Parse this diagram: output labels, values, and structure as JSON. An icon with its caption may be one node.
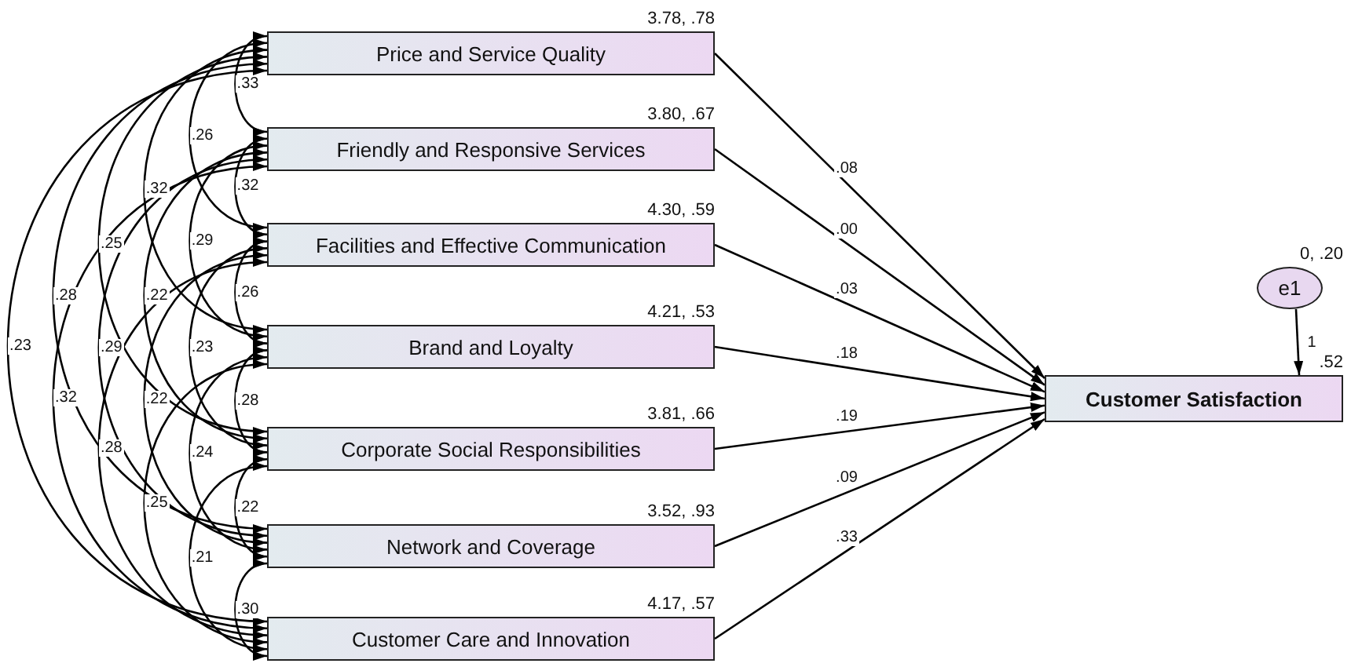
{
  "diagram": {
    "nodes": [
      {
        "text": [
          "Price and Service Quality"
        ],
        "beside": [
          "3.78, .78"
        ]
      },
      {
        "text": [
          "Friendly and Responsive Services"
        ],
        "beside": [
          "3.80, .67"
        ]
      },
      {
        "text": [
          "Facilities and Effective Communication"
        ],
        "beside": [
          "4.30, .59"
        ]
      },
      {
        "text": [
          "Brand and Loyalty"
        ],
        "beside": [
          "4.21, .53"
        ]
      },
      {
        "text": [
          "Corporate Social Responsibilities"
        ],
        "beside": [
          "3.81, .66"
        ]
      },
      {
        "text": [
          "Network and Coverage"
        ],
        "beside": [
          "3.52, .93"
        ]
      },
      {
        "text": [
          "Customer Care and Innovation"
        ],
        "beside": [
          "4.17, .57"
        ]
      },
      {
        "text": [
          "Customer Satisfaction"
        ],
        "beside": [
          ".52"
        ]
      },
      {
        "text": [
          "e1"
        ],
        "beside": [
          "0, .20"
        ]
      }
    ],
    "edges": [
      {
        "from": 0,
        "to": 7,
        "arrow": "to",
        "label": ".08"
      },
      {
        "from": 1,
        "to": 7,
        "arrow": "to",
        "label": ".00"
      },
      {
        "from": 2,
        "to": 7,
        "arrow": "to",
        "label": ".03"
      },
      {
        "from": 3,
        "to": 7,
        "arrow": "to",
        "label": ".18"
      },
      {
        "from": 4,
        "to": 7,
        "arrow": "to",
        "label": ".19"
      },
      {
        "from": 5,
        "to": 7,
        "arrow": "to",
        "label": ".09"
      },
      {
        "from": 6,
        "to": 7,
        "arrow": "to",
        "label": ".33"
      },
      {
        "from": 8,
        "to": 7,
        "arrow": "to",
        "label": "1"
      },
      {
        "from": 0,
        "to": 1,
        "arrow": "both",
        "label": ".33"
      },
      {
        "from": 0,
        "to": 2,
        "arrow": "both",
        "label": ".26"
      },
      {
        "from": 0,
        "to": 3,
        "arrow": "both",
        "label": ".32"
      },
      {
        "from": 0,
        "to": 4,
        "arrow": "both",
        "label": ".25"
      },
      {
        "from": 0,
        "to": 5,
        "arrow": "both",
        "label": ".28"
      },
      {
        "from": 0,
        "to": 6,
        "arrow": "both",
        "label": ".23"
      },
      {
        "from": 1,
        "to": 2,
        "arrow": "both",
        "label": ".32"
      },
      {
        "from": 1,
        "to": 3,
        "arrow": "both",
        "label": ".29"
      },
      {
        "from": 1,
        "to": 4,
        "arrow": "both",
        "label": ".22"
      },
      {
        "from": 1,
        "to": 5,
        "arrow": "both",
        "label": ".29"
      },
      {
        "from": 1,
        "to": 6,
        "arrow": "both",
        "label": ".32"
      },
      {
        "from": 2,
        "to": 3,
        "arrow": "both",
        "label": ".26"
      },
      {
        "from": 2,
        "to": 4,
        "arrow": "both",
        "label": ".23"
      },
      {
        "from": 2,
        "to": 5,
        "arrow": "both",
        "label": ".22"
      },
      {
        "from": 2,
        "to": 6,
        "arrow": "both",
        "label": ".28"
      },
      {
        "from": 3,
        "to": 4,
        "arrow": "both",
        "label": ".28"
      },
      {
        "from": 3,
        "to": 5,
        "arrow": "both",
        "label": ".24"
      },
      {
        "from": 3,
        "to": 6,
        "arrow": "both",
        "label": ".25"
      },
      {
        "from": 4,
        "to": 5,
        "arrow": "both",
        "label": ".22"
      },
      {
        "from": 4,
        "to": 6,
        "arrow": "both",
        "label": ".21"
      },
      {
        "from": 5,
        "to": 6,
        "arrow": "both",
        "label": ".30"
      }
    ]
  }
}
